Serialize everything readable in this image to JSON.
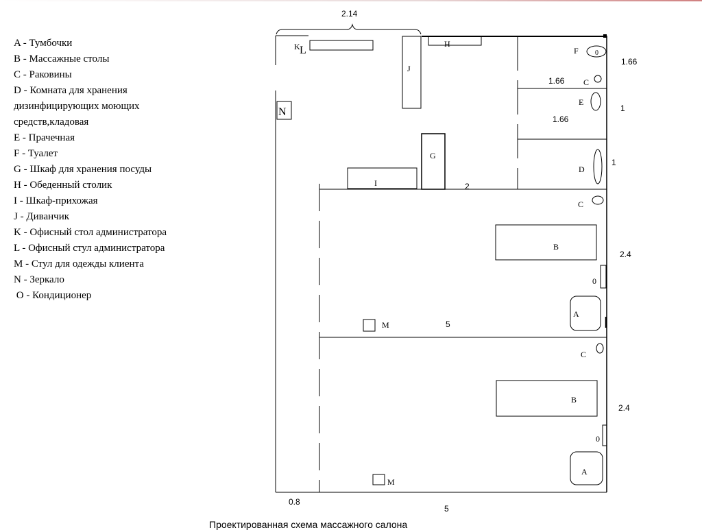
{
  "legend": [
    "A - Тумбочки",
    "B - Массажные столы",
    "C - Раковины",
    "D - Комната для хранения",
    "дизинфицирующих моющих",
    "средств,кладовая",
    "E - Прачечная",
    "F - Туалет",
    "G - Шкаф для хранения посуды",
    "H - Обеденный столик",
    "I - Шкаф-прихожая",
    "J - Диванчик",
    "K - Офисный стол администратора",
    "L - Офисный стул администратора",
    "M - Стул для одежды клиента",
    "N - Зеркало",
    " O - Кондиционер"
  ],
  "plan": {
    "labels": {
      "K": "K",
      "L": "L",
      "N": "N",
      "J": "J",
      "H": "H",
      "G": "G",
      "I": "I",
      "F": "F",
      "O": "0",
      "C": "C",
      "E": "E",
      "D": "D",
      "B": "B",
      "A": "A",
      "M": "M"
    },
    "dims": {
      "top": "2.14",
      "right_1": "1.66",
      "inner_1": "1.66",
      "inner_2": "1.66",
      "right_2": "1",
      "right_3": "1",
      "corridor": "2",
      "room_h_1": "2.4",
      "room_h_2": "2.4",
      "room_w_1": "5",
      "bottom": "5",
      "door": "0.8"
    }
  },
  "caption": "Проектированная схема массажного салона"
}
